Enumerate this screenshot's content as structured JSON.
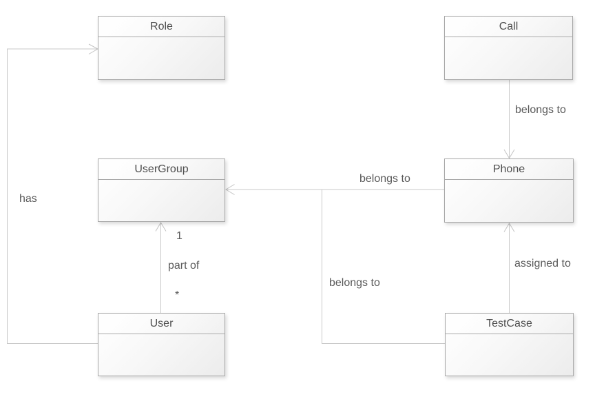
{
  "diagram": {
    "type": "uml-class-diagram",
    "background": "#ffffff",
    "colors": {
      "box_border": "#a8a8a8",
      "box_fill_start": "#ffffff",
      "box_fill_end": "#ececec",
      "connector_line": "#c8c8c8",
      "title_text": "#4d4d4d",
      "label_text": "#5a5a5a"
    },
    "entities": [
      {
        "id": "role",
        "name": "Role"
      },
      {
        "id": "call",
        "name": "Call"
      },
      {
        "id": "usergroup",
        "name": "UserGroup"
      },
      {
        "id": "phone",
        "name": "Phone"
      },
      {
        "id": "user",
        "name": "User"
      },
      {
        "id": "testcase",
        "name": "TestCase"
      }
    ],
    "connectors": [
      {
        "id": "user-role",
        "from": "User",
        "to": "Role",
        "label": "has",
        "arrow": "open"
      },
      {
        "id": "call-phone",
        "from": "Call",
        "to": "Phone",
        "label": "belongs to",
        "arrow": "open"
      },
      {
        "id": "phone-usergroup",
        "from": "Phone",
        "to": "UserGroup",
        "label": "belongs to",
        "arrow": "open"
      },
      {
        "id": "user-usergroroup",
        "from": "User",
        "to": "UserGroup",
        "label": "part of",
        "arrow": "open",
        "multiplicity_target": "1",
        "multiplicity_source": "*"
      },
      {
        "id": "testcase-phone",
        "from": "TestCase",
        "to": "Phone",
        "label": "assigned to",
        "arrow": "open"
      },
      {
        "id": "testcase-usergroup",
        "from": "TestCase",
        "to": "UserGroup",
        "label": "belongs to",
        "arrow": "open"
      }
    ]
  }
}
